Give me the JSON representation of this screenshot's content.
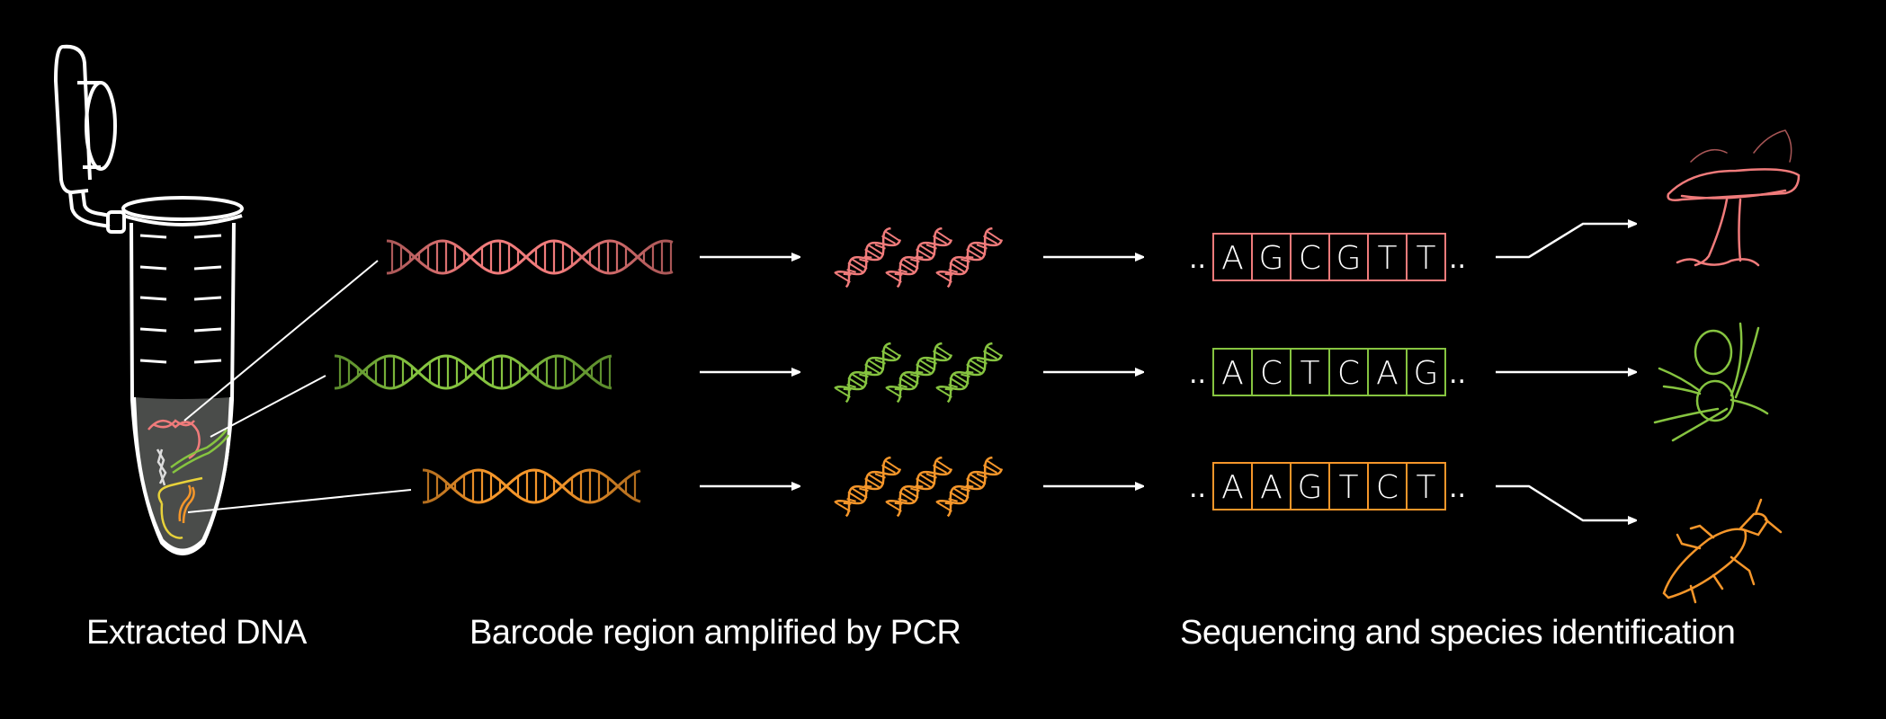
{
  "captions": {
    "extracted": "Extracted DNA",
    "pcr": "Barcode region amplified by PCR",
    "sequencing": "Sequencing and species identification"
  },
  "sequence_ellipsis": "..",
  "rows": [
    {
      "name": "fungus",
      "color": "#f07b7b",
      "dim_color": "#a85656",
      "bases": [
        "A",
        "G",
        "C",
        "G",
        "T",
        "T"
      ],
      "species_icon": "mushroom-icon",
      "connector": "up"
    },
    {
      "name": "plant",
      "color": "#86c440",
      "dim_color": "#5a8a2c",
      "bases": [
        "A",
        "C",
        "T",
        "C",
        "A",
        "G"
      ],
      "species_icon": "pine-cone-icon",
      "connector": "straight"
    },
    {
      "name": "insect",
      "color": "#f5962a",
      "dim_color": "#b06c1e",
      "bases": [
        "A",
        "A",
        "G",
        "T",
        "C",
        "T"
      ],
      "species_icon": "beetle-icon",
      "connector": "down"
    }
  ],
  "tube": {
    "liquid_color": "#4a4c4a",
    "outline_color": "#ffffff"
  }
}
